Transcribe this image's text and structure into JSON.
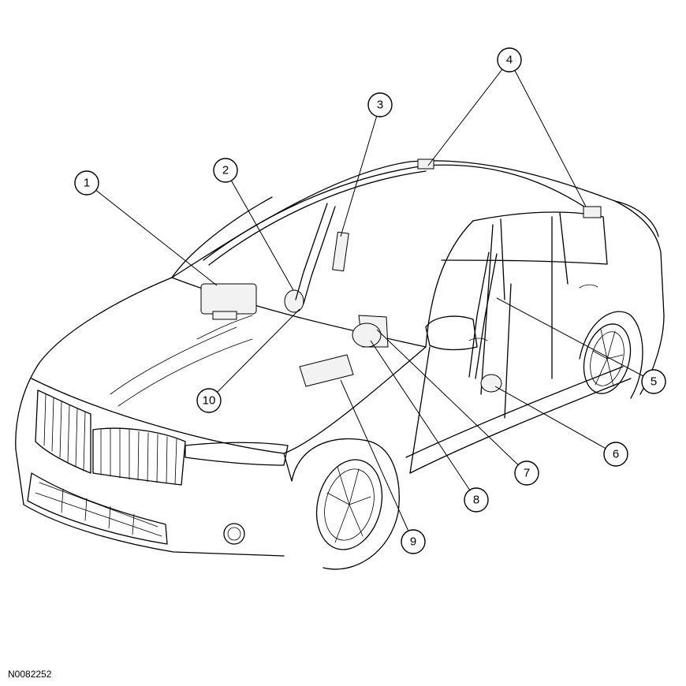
{
  "figure_id": "N0082252",
  "callouts": [
    {
      "label": "1"
    },
    {
      "label": "2"
    },
    {
      "label": "3"
    },
    {
      "label": "4"
    },
    {
      "label": "5"
    },
    {
      "label": "6"
    },
    {
      "label": "7"
    },
    {
      "label": "8"
    },
    {
      "label": "9"
    },
    {
      "label": "10"
    }
  ]
}
